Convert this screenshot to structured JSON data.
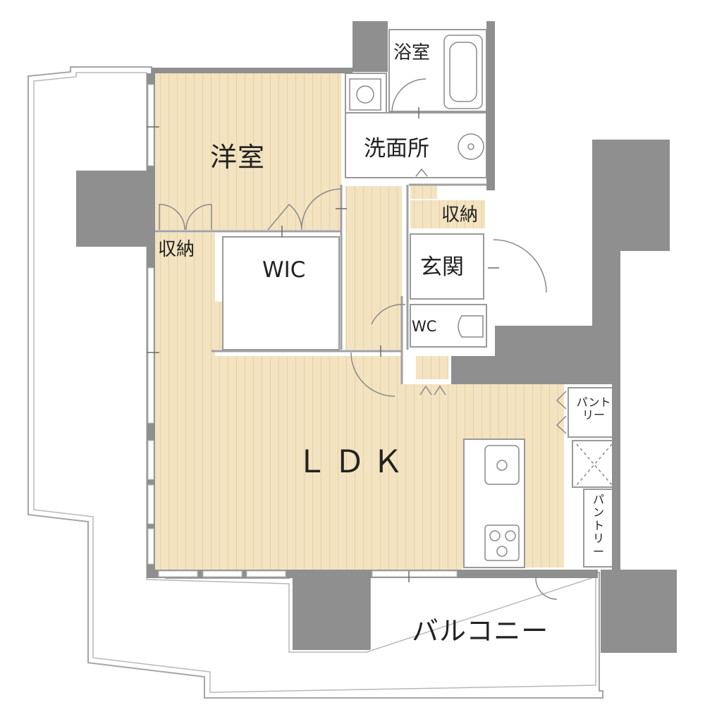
{
  "floorplan": {
    "rooms": {
      "western_room": "洋室",
      "wic": "WIC",
      "storage_left": "収納",
      "storage_right": "収納",
      "bathroom": "浴室",
      "washroom": "洗面所",
      "entrance": "玄関",
      "wc": "WC",
      "ldk": "ＬＤＫ",
      "pantry_top": "パントリー",
      "pantry_bottom": "パントリー",
      "balcony": "バルコニー"
    },
    "colors": {
      "floor": "#f3e3c1",
      "floor_stripe": "#e5cfa3",
      "pillar": "#8f8f8f",
      "wall": "#8f8f8f",
      "outline": "#9a9a9a"
    }
  }
}
